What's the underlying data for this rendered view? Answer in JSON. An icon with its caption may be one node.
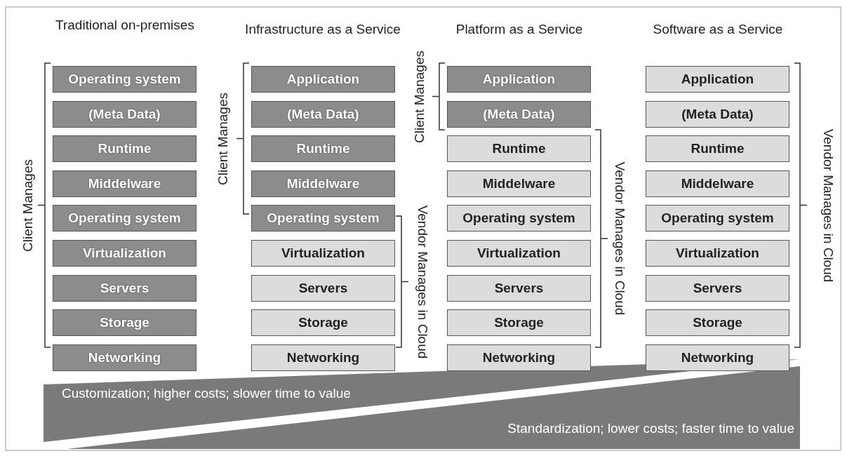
{
  "diagram": {
    "nodes": [
      {
        "text": [
          "Operating system"
        ]
      },
      {
        "text": [
          "(Meta Data)"
        ]
      },
      {
        "text": [
          "Runtime"
        ]
      },
      {
        "text": [
          "Middelware"
        ]
      },
      {
        "text": [
          "Operating system"
        ]
      },
      {
        "text": [
          "Virtualization"
        ]
      },
      {
        "text": [
          "Servers"
        ]
      },
      {
        "text": [
          "Storage"
        ]
      },
      {
        "text": [
          "Networking"
        ]
      },
      {
        "text": [
          "Application"
        ]
      },
      {
        "text": [
          "(Meta Data)"
        ]
      },
      {
        "text": [
          "Runtime"
        ]
      },
      {
        "text": [
          "Middelware"
        ]
      },
      {
        "text": [
          "Operating system"
        ]
      },
      {
        "text": [
          "Virtualization"
        ]
      },
      {
        "text": [
          "Servers"
        ]
      },
      {
        "text": [
          "Storage"
        ]
      },
      {
        "text": [
          "Networking"
        ]
      },
      {
        "text": [
          "Application"
        ]
      },
      {
        "text": [
          "(Meta Data)"
        ]
      },
      {
        "text": [
          "Runtime"
        ]
      },
      {
        "text": [
          "Middelware"
        ]
      },
      {
        "text": [
          "Operating system"
        ]
      },
      {
        "text": [
          "Virtualization"
        ]
      },
      {
        "text": [
          "Servers"
        ]
      },
      {
        "text": [
          "Storage"
        ]
      },
      {
        "text": [
          "Networking"
        ]
      },
      {
        "text": [
          "Application"
        ]
      },
      {
        "text": [
          "(Meta Data)"
        ]
      },
      {
        "text": [
          "Runtime"
        ]
      },
      {
        "text": [
          "Middelware"
        ]
      },
      {
        "text": [
          "Operating system"
        ]
      },
      {
        "text": [
          "Virtualization"
        ]
      },
      {
        "text": [
          "Servers"
        ]
      },
      {
        "text": [
          "Storage"
        ]
      },
      {
        "text": [
          "Networking"
        ]
      },
      {
        "text": [
          "Customization; higher costs; slower time to value"
        ]
      },
      {
        "text": [
          "Standardization; lower costs; faster time to value"
        ]
      }
    ],
    "edges": [],
    "labels": [
      "Traditional on-premises",
      "Infrastructure as a Service",
      "Platform as a Service",
      "Software as a Service",
      "Client Manages",
      "Client Manages",
      "Client Manages",
      "Vendor Manages in Cloud",
      "Vendor Manages in Cloud",
      "Vendor Manages in Cloud"
    ]
  }
}
